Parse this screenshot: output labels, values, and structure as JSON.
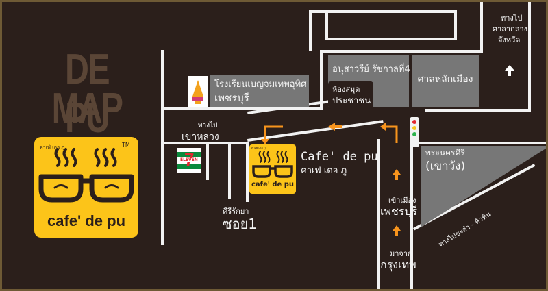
{
  "title": {
    "line1": "DE PU",
    "line2": "MAP"
  },
  "logo": {
    "tm": "TM",
    "small_text": "คาเฟ่ เดอ ภู",
    "brand": "cafe' de pu",
    "small_brand": "cafe' de pu",
    "small_thai": "คาเฟ่ เดอ ภู"
  },
  "destination": {
    "name_en": "Cafe' de pu",
    "name_th": "คาเฟ่ เดอ ภู"
  },
  "places": {
    "school_line1": "โรงเรียนเบญจมเทพอุทิศ",
    "school_line2": "เพชรบุรี",
    "monument": "อนุสาวรีย์ รัชกาลที่4",
    "library_line1": "ห้องสมุด",
    "library_line2": "ประชาชน",
    "city_pillar": "ศาลหลักเมือง",
    "phra_nakhon_line1": "พระนครคีรี",
    "phra_nakhon_line2": "(เขาวัง)",
    "seven_eleven_top": "7",
    "seven_eleven_word": "ELEVEN"
  },
  "directions": {
    "to_city_hall_line1": "ทางไป",
    "to_city_hall_line2": "ศาลากลาง",
    "to_city_hall_line3": "จังหวัด",
    "to_khao_luang_line1": "ทางไป",
    "to_khao_luang_line2": "เขาหลวง",
    "soi_line1": "คีรีรักยา",
    "soi_line2": "ซอย1",
    "enter_city_line1": "เข้าเมือง",
    "enter_city_line2": "เพชรบุรี",
    "from_bkk_line1": "มาจาก",
    "from_bkk_line2": "กรุงเทพ",
    "to_chaam_huahin": "ทางไปชะอำ - หัวหิน"
  },
  "colors": {
    "background": "#2b1f1b",
    "road": "#f2f2f2",
    "accent": "#f7941d",
    "logo_yellow": "#fcc419",
    "block_gray": "#777777",
    "seven_green": "#0a8a3c",
    "seven_red": "#e3262e"
  }
}
